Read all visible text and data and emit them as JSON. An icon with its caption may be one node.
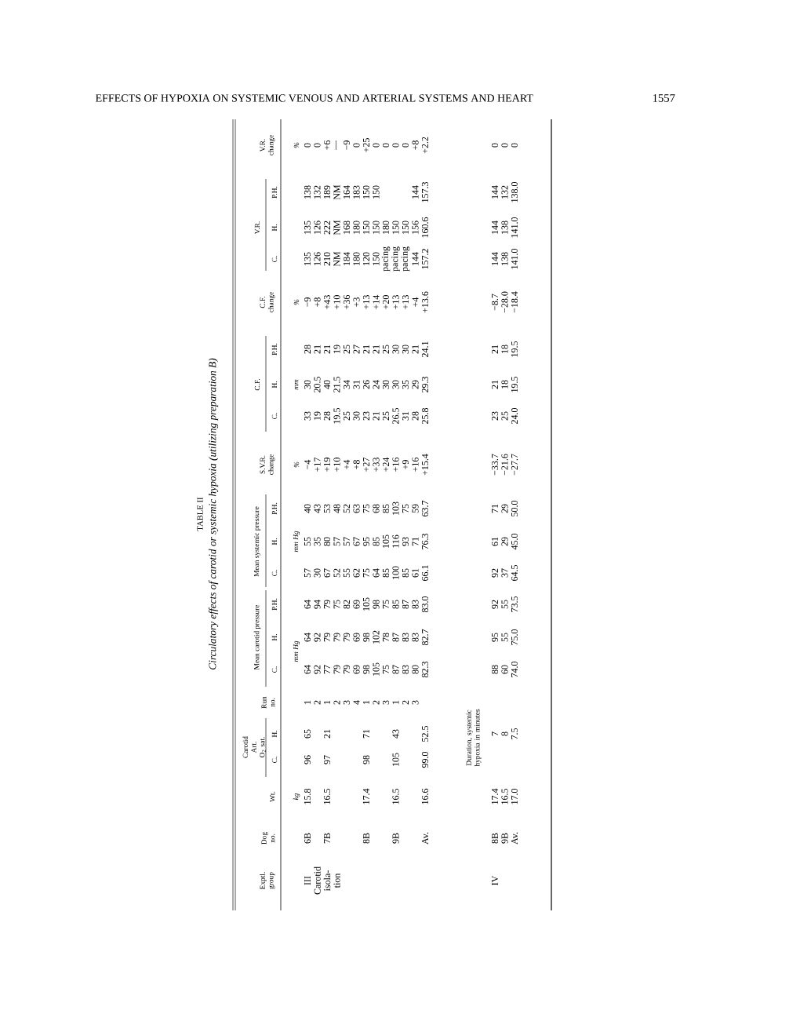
{
  "diagram": {
    "title": "TABLE II",
    "caption": "Circulatory effects of carotid or systemic hypoxia (utilizing preparation B)",
    "labels": [
      "EFFECTS OF HYPOXIA ON SYSTEMIC VENOUS AND ARTERIAL SYSTEMS AND HEART",
      "1557",
      "Exptl. group",
      "Dog no.",
      "Wt.",
      "Carotid Art. O$_{2}$ sat.",
      "Run no.",
      "Mean carotid pressure",
      "Mean systemic pressure",
      "S.V.R. change",
      "C.F.",
      "C.F. change",
      "V.R.",
      "V.R. change",
      "C.",
      "H.",
      "C.",
      "H.",
      "P.H.",
      "C.",
      "H.",
      "P.H.",
      "C.",
      "H.",
      "P.H.",
      "C.",
      "H.",
      "P.H.",
      "kg",
      "mm Hg",
      "mm Hg",
      "%",
      "mm",
      "%",
      "%",
      "III",
      "6B",
      "15.8",
      "96",
      "65",
      "1",
      "64",
      "64",
      "64",
      "57",
      "55",
      "40",
      "−4",
      "33",
      "30",
      "28",
      "−9",
      "135",
      "135",
      "138",
      "0",
      "Carotid",
      "2",
      "92",
      "92",
      "94",
      "30",
      "35",
      "43",
      "+17",
      "19",
      "20.5",
      "21",
      "+8",
      "126",
      "126",
      "132",
      "0",
      "isola-",
      "7B",
      "16.5",
      "97",
      "21",
      "1",
      "77",
      "79",
      "79",
      "67",
      "80",
      "53",
      "+19",
      "28",
      "40",
      "21",
      "+43",
      "210",
      "222",
      "189",
      "+6",
      "tion",
      "2",
      "79",
      "79",
      "75",
      "52",
      "57",
      "48",
      "+10",
      "19.5",
      "21.5",
      "19",
      "+10",
      "NM",
      "NM",
      "NM",
      "—",
      "3",
      "79",
      "79",
      "82",
      "55",
      "57",
      "52",
      "+4",
      "25",
      "34",
      "25",
      "+36",
      "184",
      "168",
      "164",
      "−9",
      "4",
      "69",
      "69",
      "69",
      "62",
      "67",
      "63",
      "+8",
      "30",
      "31",
      "27",
      "+3",
      "180",
      "180",
      "183",
      "0",
      "8B",
      "17.4",
      "98",
      "71",
      "1",
      "98",
      "98",
      "105",
      "75",
      "95",
      "75",
      "+27",
      "23",
      "26",
      "21",
      "+13",
      "120",
      "150",
      "150",
      "+25",
      "2",
      "105",
      "102",
      "98",
      "64",
      "85",
      "68",
      "+33",
      "21",
      "24",
      "21",
      "+14",
      "150",
      "150",
      "150",
      "0",
      "3",
      "75",
      "78",
      "75",
      "85",
      "105",
      "85",
      "+24",
      "25",
      "30",
      "25",
      "+20",
      "pacing",
      "180",
      "0",
      "9B",
      "16.5",
      "105",
      "43",
      "1",
      "87",
      "87",
      "85",
      "100",
      "116",
      "103",
      "+16",
      "26.5",
      "30",
      "30",
      "+13",
      "pacing",
      "150",
      "0",
      "2",
      "83",
      "83",
      "87",
      "85",
      "93",
      "75",
      "+9",
      "31",
      "35",
      "30",
      "+13",
      "pacing",
      "150",
      "0",
      "3",
      "80",
      "83",
      "83",
      "61",
      "71",
      "59",
      "+16",
      "28",
      "29",
      "21",
      "+4",
      "144",
      "156",
      "144",
      "+8",
      "Av.",
      "16.6",
      "99.0",
      "52.5",
      "82.3",
      "82.7",
      "83.0",
      "66.1",
      "76.3",
      "63.7",
      "+15.4",
      "25.8",
      "29.3",
      "24.1",
      "+13.6",
      "157.2",
      "160.6",
      "157.3",
      "+2.2",
      "Duration, systemic hypoxia in minutes",
      "IV",
      "8B",
      "17.4",
      "7",
      "88",
      "95",
      "92",
      "92",
      "61",
      "71",
      "−33.7",
      "23",
      "21",
      "21",
      "−8.7",
      "144",
      "144",
      "144",
      "0",
      "9B",
      "16.5",
      "8",
      "60",
      "55",
      "55",
      "37",
      "29",
      "29",
      "−21.6",
      "25",
      "18",
      "18",
      "−28.0",
      "138",
      "138",
      "132",
      "0",
      "Av.",
      "17.0",
      "7.5",
      "74.0",
      "75.0",
      "73.5",
      "64.5",
      "45.0",
      "50.0",
      "−27.7",
      "24.0",
      "19.5",
      "19.5",
      "−18.4",
      "141.0",
      "141.0",
      "138.0",
      "0"
    ]
  }
}
